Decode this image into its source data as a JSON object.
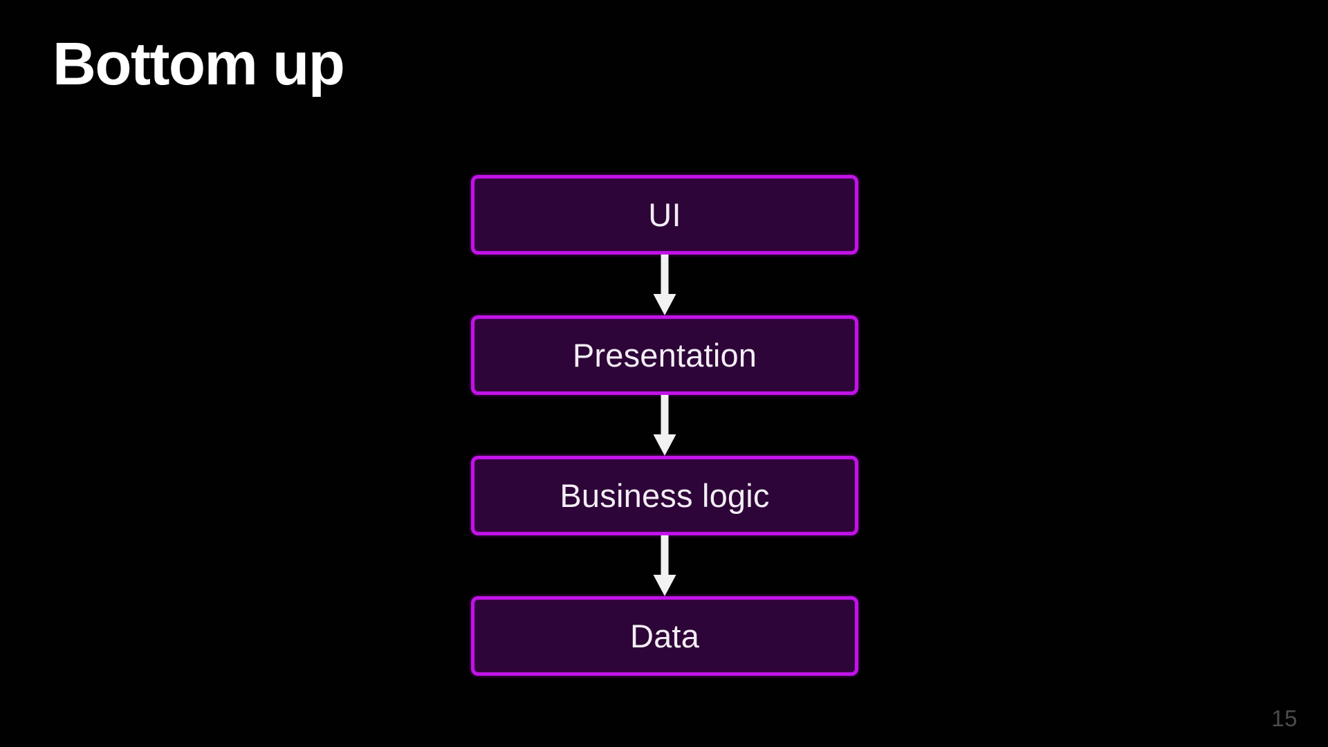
{
  "slide": {
    "title": "Bottom up",
    "page_number": "15",
    "background_color": "#010101",
    "title_color": "#ffffff",
    "page_number_color": "#4c4c4c"
  },
  "diagram": {
    "type": "vertical-flow",
    "direction": "top-to-bottom",
    "box_fill_color": "#2e0538",
    "box_border_color": "#c213e8",
    "box_label_color": "#f3eef5",
    "arrow_color": "#f2f2f2",
    "layers": [
      {
        "label": "UI"
      },
      {
        "label": "Presentation"
      },
      {
        "label": "Business logic"
      },
      {
        "label": "Data"
      }
    ],
    "arrows": [
      {
        "from": "UI",
        "to": "Presentation",
        "glyph": "arrow-down-icon"
      },
      {
        "from": "Presentation",
        "to": "Business logic",
        "glyph": "arrow-down-icon"
      },
      {
        "from": "Business logic",
        "to": "Data",
        "glyph": "arrow-down-icon"
      }
    ]
  }
}
